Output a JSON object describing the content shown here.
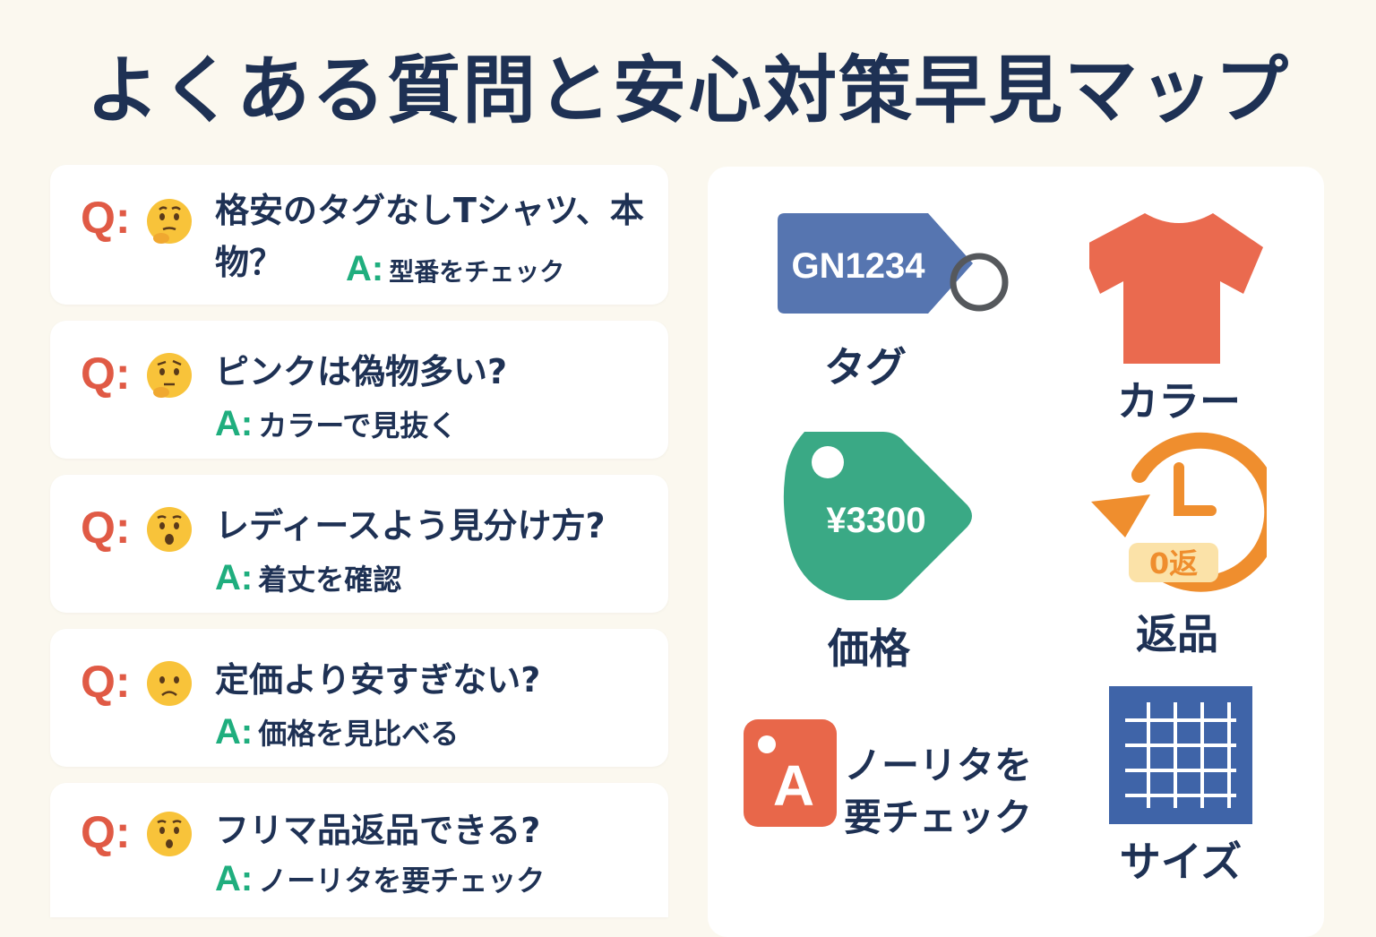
{
  "title": "よくある質問と安心対策早見マップ",
  "faq": [
    {
      "q_label": "Q:",
      "question": "格安のタグなしTシャツ、本物？",
      "a_label": "A:",
      "answer": "型番をチェック"
    },
    {
      "q_label": "Q:",
      "question": "ピンクは偽物多い?",
      "a_label": "A:",
      "answer": "カラーで見抜く"
    },
    {
      "q_label": "Q:",
      "question": "レディースよう見分け方?",
      "a_label": "A:",
      "answer": "着丈を確認"
    },
    {
      "q_label": "Q:",
      "question": "定価より安すぎない?",
      "a_label": "A:",
      "answer": "価格を見比べる"
    },
    {
      "q_label": "Q:",
      "question": "フリマ品返品できる?",
      "a_label": "A:",
      "answer": "ノーリタを要チェック"
    }
  ],
  "map": {
    "tag": {
      "code": "GN1234",
      "label": "タグ",
      "icon": "tag-icon"
    },
    "color": {
      "label": "カラー",
      "icon": "tshirt-icon"
    },
    "price": {
      "amount": "¥3300",
      "label": "価格",
      "icon": "price-tag-icon"
    },
    "returns": {
      "badge": "0返",
      "label": "返品",
      "icon": "return-clock-icon"
    },
    "noreturn": {
      "letter": "A",
      "line1": "ノーリタを",
      "line2": "要チェック",
      "icon": "app-badge-icon"
    },
    "size": {
      "label": "サイズ",
      "icon": "grid-icon"
    }
  },
  "colors": {
    "navy": "#1e3154",
    "q_red": "#e05a45",
    "a_green": "#1fae7e",
    "tag_blue": "#5675b0",
    "shirt": "#ea6a4f",
    "price_green": "#3aa985",
    "return_orange": "#ef8e2e",
    "size_blue": "#3f64a8"
  }
}
